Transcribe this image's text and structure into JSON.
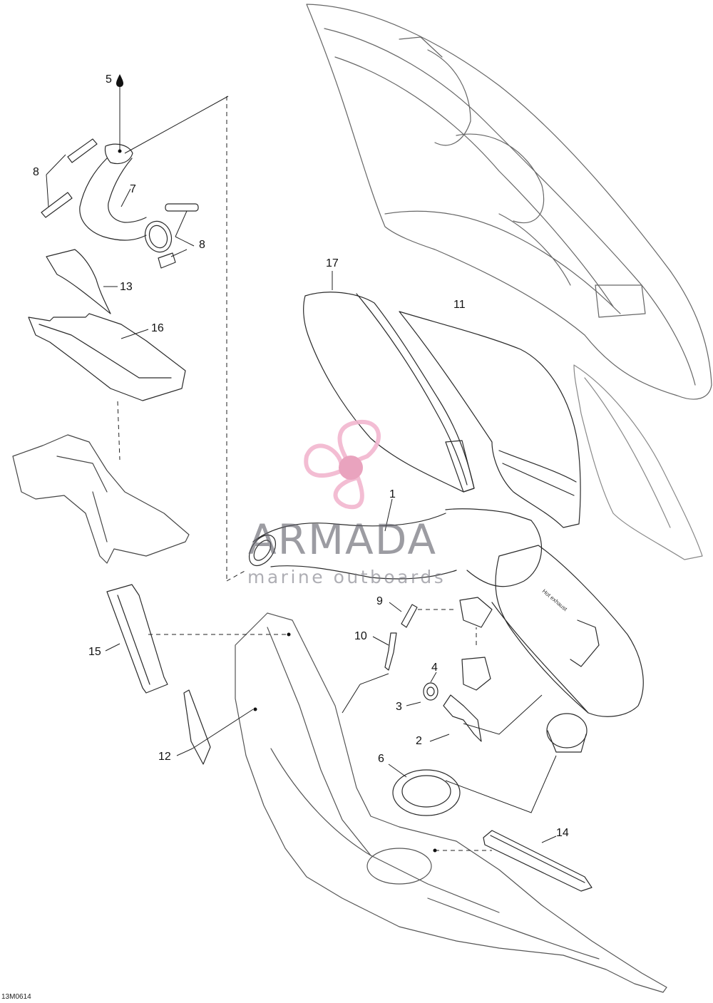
{
  "callouts": {
    "c1": "1",
    "c2": "2",
    "c3": "3",
    "c4": "4",
    "c5": "5",
    "c6": "6",
    "c7": "7",
    "c8a": "8",
    "c8b": "8",
    "c9": "9",
    "c10": "10",
    "c11": "11",
    "c12": "12",
    "c13": "13",
    "c14": "14",
    "c15": "15",
    "c16": "16",
    "c17": "17"
  },
  "watermark": {
    "title": "ARMADA",
    "subtitle": "marine outboards",
    "logo_color": "#f2b6cf",
    "logo_center_color": "#e79ab8"
  },
  "muffler_text": "Hot exhaust",
  "diagram_code": "13M0614",
  "colors": {
    "line": "#2a2a2a",
    "faint": "#8a8a8a"
  }
}
